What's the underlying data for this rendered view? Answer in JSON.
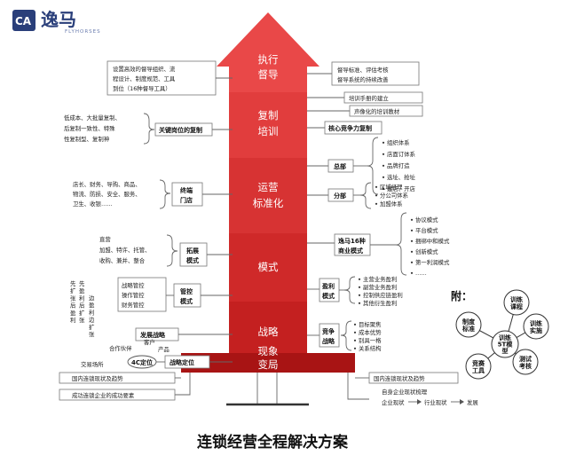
{
  "logo": {
    "mark": "CA",
    "name": "逸马",
    "sub": "FLYHORSES"
  },
  "title": "连锁经营全程解决方案",
  "segments": [
    {
      "line1": "执行",
      "line2": "督导",
      "color": "#e94848"
    },
    {
      "line1": "复制",
      "line2": "培训",
      "color": "#e13d3d"
    },
    {
      "line1": "运营",
      "line2": "标准化",
      "color": "#d73333"
    },
    {
      "line1": "模式",
      "line2": "",
      "color": "#cf2929"
    },
    {
      "line1": "战略",
      "line2": "",
      "color": "#c42020"
    },
    {
      "line1": "现象",
      "line2": "变局",
      "color": "#b81919"
    }
  ],
  "left": {
    "supervise_box": [
      "设置高效的督导组织、流",
      "程设计、制度规范、工具",
      "到位（16种督导工具）"
    ],
    "copy_list": [
      "低成本、大批量复制、",
      "后复制一致性、特殊",
      "性复制型、复制神"
    ],
    "copy_label": "关键岗位的复制",
    "terminal_list": [
      "店长、财务、导购、商品、",
      "物流、防损、安全、服务、",
      "卫生、收银……"
    ],
    "terminal_label": [
      "终端",
      "门店"
    ],
    "expand_list": [
      "直营",
      "加盟、特许、托管、",
      "收购、兼并、整合"
    ],
    "expand_label": [
      "拓展",
      "模式"
    ],
    "control_list": [
      "战略管控",
      "操作管控",
      "财务管控"
    ],
    "control_label": [
      "管控",
      "模式"
    ],
    "vertical1": [
      "先扩张后盈利",
      "先盈利后扩张"
    ],
    "vertical2": [
      "边盈利边扩张"
    ],
    "dev_label": "发展战略",
    "pos_label": "战略定位",
    "partners": "合作伙伴",
    "customer": "客户",
    "product": "产品",
    "place": "交易场所",
    "fourc": "4C定位",
    "base1": "国内连锁现状及趋势",
    "base2": "成功连锁企业的成功要素"
  },
  "right": {
    "supervise_box": [
      "督导标准、评估考核",
      "督导系统的持续改善"
    ],
    "train1": "培训手册的建立",
    "train2": "声像化的培训教材",
    "core_copy": "核心竞争力复制",
    "hq_label": "总部",
    "hq_list": [
      "组织体系",
      "店面订体系",
      "品牌打造",
      "选址、抢址",
      "建店、开店"
    ],
    "branch_label": "分部",
    "branch_list": [
      "区域经理",
      "分公司体系",
      "加盟体系"
    ],
    "model_label": [
      "逸马16种",
      "商业模式"
    ],
    "model_list": [
      "协议模式",
      "平台模式",
      "捆绑中和模式",
      "创新模式",
      "第一利润模式",
      "……"
    ],
    "profit_label": [
      "盈利",
      "模式"
    ],
    "profit_list": [
      "主营业务盈利",
      "副营业务盈利",
      "控制供应链盈利",
      "其他衍生盈利"
    ],
    "compete_label": [
      "竞争",
      "战略"
    ],
    "compete_list": [
      "目标聚焦",
      "成本优势",
      "别具一格",
      "关系结构"
    ],
    "base1": "国内连锁现状及趋势",
    "base2": "自身企业现状梳理",
    "base3": [
      "企业现状",
      "行业现状",
      "发展"
    ]
  },
  "appendix": {
    "label": "附：",
    "center": [
      "训练",
      "5T模",
      "型"
    ],
    "nodes": [
      [
        "训练",
        "课程"
      ],
      [
        "训练",
        "实施"
      ],
      [
        "测试",
        "考核"
      ],
      [
        "竞赛",
        "工具"
      ],
      [
        "制度",
        "标准"
      ]
    ]
  }
}
